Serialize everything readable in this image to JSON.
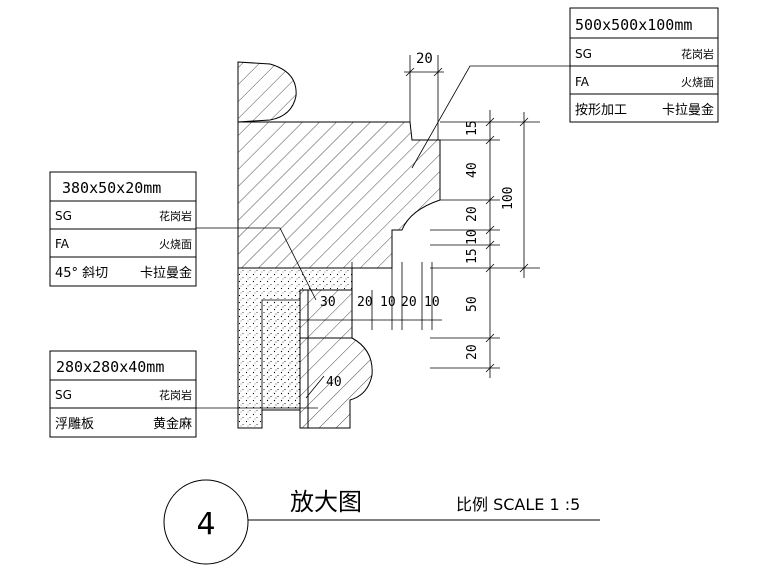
{
  "tables": {
    "top": {
      "title": "500x500x100mm",
      "rows": [
        {
          "left": "SG",
          "right": "花岗岩"
        },
        {
          "left": "FA",
          "right": "火烧面"
        },
        {
          "left": "按形加工",
          "right": "卡拉曼金"
        }
      ]
    },
    "middle": {
      "title": "380x50x20mm",
      "rows": [
        {
          "left": "SG",
          "right": "花岗岩"
        },
        {
          "left": "FA",
          "right": "火烧面"
        },
        {
          "left": "45° 斜切",
          "right": "卡拉曼金"
        }
      ]
    },
    "bottom": {
      "title": "280x280x40mm",
      "rows": [
        {
          "left": "SG",
          "right": "花岗岩"
        },
        {
          "left": "浮雕板",
          "right": "黄金麻"
        }
      ]
    }
  },
  "dimensions": {
    "top_width": "20",
    "vertical": [
      "15",
      "40",
      "20",
      "10",
      "15",
      "50",
      "20"
    ],
    "overall": "100",
    "horizontal": [
      "30",
      "20",
      "10",
      "20",
      "10"
    ],
    "slab": "40"
  },
  "footer": {
    "detail_number": "4",
    "title": "放大图",
    "scale": "比例 SCALE 1 :5"
  }
}
